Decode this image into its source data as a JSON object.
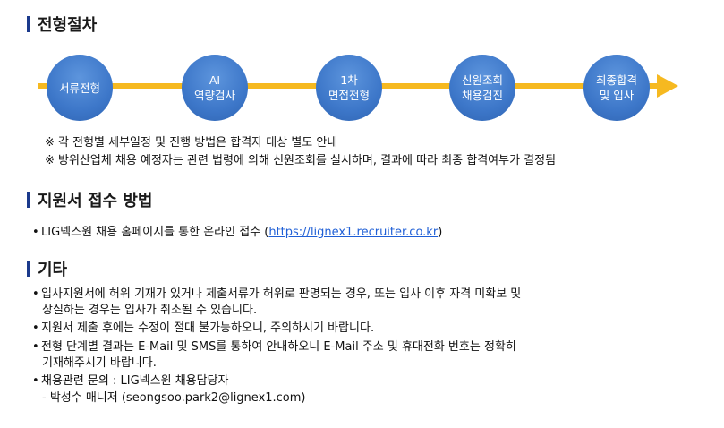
{
  "sections": {
    "process": {
      "title": "전형절차"
    },
    "application": {
      "title": "지원서 접수 방법"
    },
    "etc": {
      "title": "기타"
    }
  },
  "steps": [
    {
      "label": "서류전형"
    },
    {
      "label": "AI\n역량검사"
    },
    {
      "label": "1차\n면접전형"
    },
    {
      "label": "신원조회\n채용검진"
    },
    {
      "label": "최종합격\n및 입사"
    }
  ],
  "notes": [
    "※ 각 전형별 세부일정 및 진행 방법은 합격자 대상 별도 안내",
    "※ 방위산업체 채용 예정자는 관련 법령에 의해 신원조회를 실시하며, 결과에 따라 최종 합격여부가 결정됨"
  ],
  "application": {
    "text_before": "LIG넥스원 채용 홈페이지를 통한 온라인 접수 (",
    "link": "https://lignex1.recruiter.co.kr",
    "text_after": ")"
  },
  "etc": {
    "item1_line1": "입사지원서에 허위 기재가 있거나 제출서류가 허위로 판명되는 경우, 또는 입사 이후 자격 미확보 및",
    "item1_line2": "상실하는 경우는 입사가 취소될 수 있습니다.",
    "item2": "지원서 제출 후에는 수정이 절대 불가능하오니, 주의하시기 바랍니다.",
    "item3_line1": "전형 단계별 결과는 E-Mail 및 SMS를 통하여 안내하오니 E-Mail 주소 및 휴대전화 번호는 정확히",
    "item3_line2": "기재해주시기 바랍니다.",
    "item4_line1": "채용관련 문의 : LIG넥스원 채용담당자",
    "item4_line2": "- 박성수 매니저 (seongsoo.park2@lignex1.com)"
  },
  "colors": {
    "accent_bar": "#1b3a8c",
    "step_circle": "#3d77c9",
    "arrow": "#f6b920",
    "link": "#1f5fd6"
  }
}
